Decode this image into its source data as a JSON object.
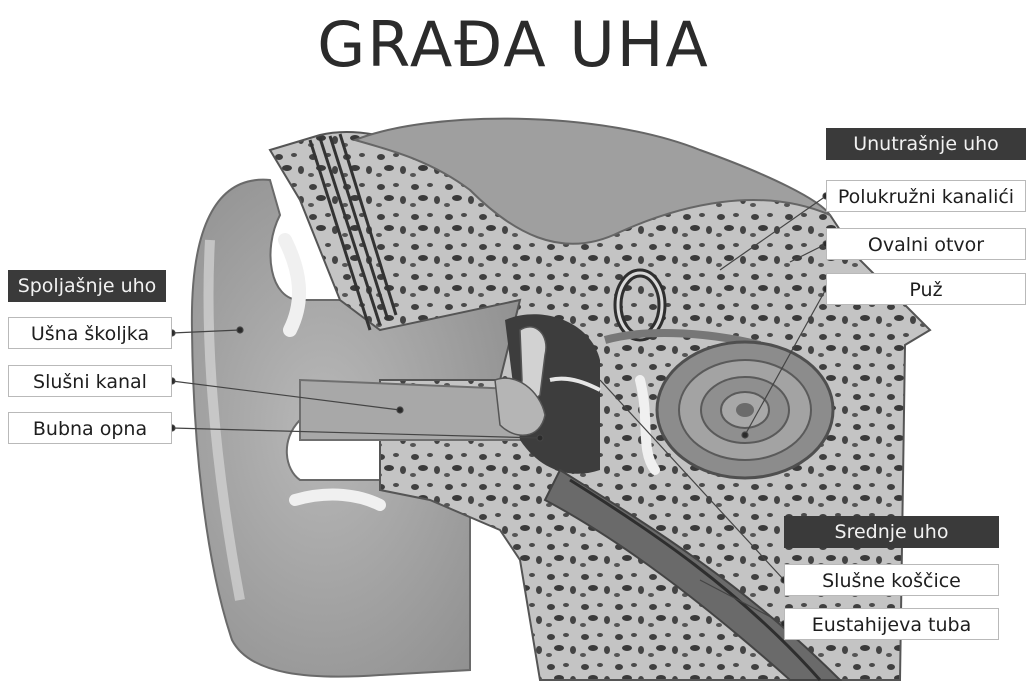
{
  "title": "GRAĐA UHA",
  "groups": {
    "outer": {
      "header": "Spoljašnje uho",
      "labels": [
        "Ušna školjka",
        "Slušni kanal",
        "Bubna opna"
      ]
    },
    "inner": {
      "header": "Unutrašnje uho",
      "labels": [
        "Polukružni kanalići",
        "Ovalni otvor",
        "Puž"
      ]
    },
    "middle": {
      "header": "Srednje uho",
      "labels": [
        "Slušne koščice",
        "Eustahijeva tuba"
      ]
    }
  },
  "colors": {
    "header_bg": "#3a3a3a",
    "bone": "#bdbdbd",
    "tissue": "#9a9a9a",
    "cavity": "#4a4a4a"
  }
}
